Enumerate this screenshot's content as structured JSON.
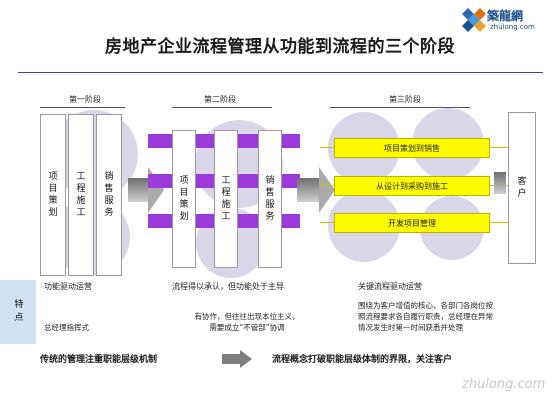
{
  "title": "房地产企业流程管理从功能到流程的三个阶段",
  "logo": {
    "name": "築龍網",
    "sub": "zhulong.com"
  },
  "stages": [
    {
      "label": "第一阶段"
    },
    {
      "label": "第二阶段"
    },
    {
      "label": "第三阶段"
    }
  ],
  "stage1": {
    "columns": [
      "项目策划",
      "工程施工",
      "销售服务"
    ],
    "caption": "功能驱动运营",
    "note": "总经理指挥式"
  },
  "stage2": {
    "columns": [
      "项目策划",
      "工程施工",
      "销售服务"
    ],
    "caption": "流程得以承认，但功能处于主导",
    "note_line1": "有协作，但往往出现本位主义，",
    "note_line2": "需要成立“不管部”协调"
  },
  "stage3": {
    "bars": [
      "项目策划到销售",
      "从设计到采购到施工",
      "开发项目管理"
    ],
    "customer": "客户",
    "caption": "关键流程驱动运营",
    "note": "围绕为客户增值的核心，各部门各岗位按照流程要求各自履行职责，总经理在异常情况发生时第一时间获悉并处理"
  },
  "feature_label": "特点",
  "bottom": {
    "left": "传统的管理注重职能层级机制",
    "right": "流程概念打破职能层级体制的界限，关注客户"
  },
  "watermark": "zhulong.com",
  "colors": {
    "purple": "#9b3ad8",
    "yellow": "#fffb00",
    "circle": "#d9d6ea",
    "feature_bg": "#cfe3f4"
  }
}
